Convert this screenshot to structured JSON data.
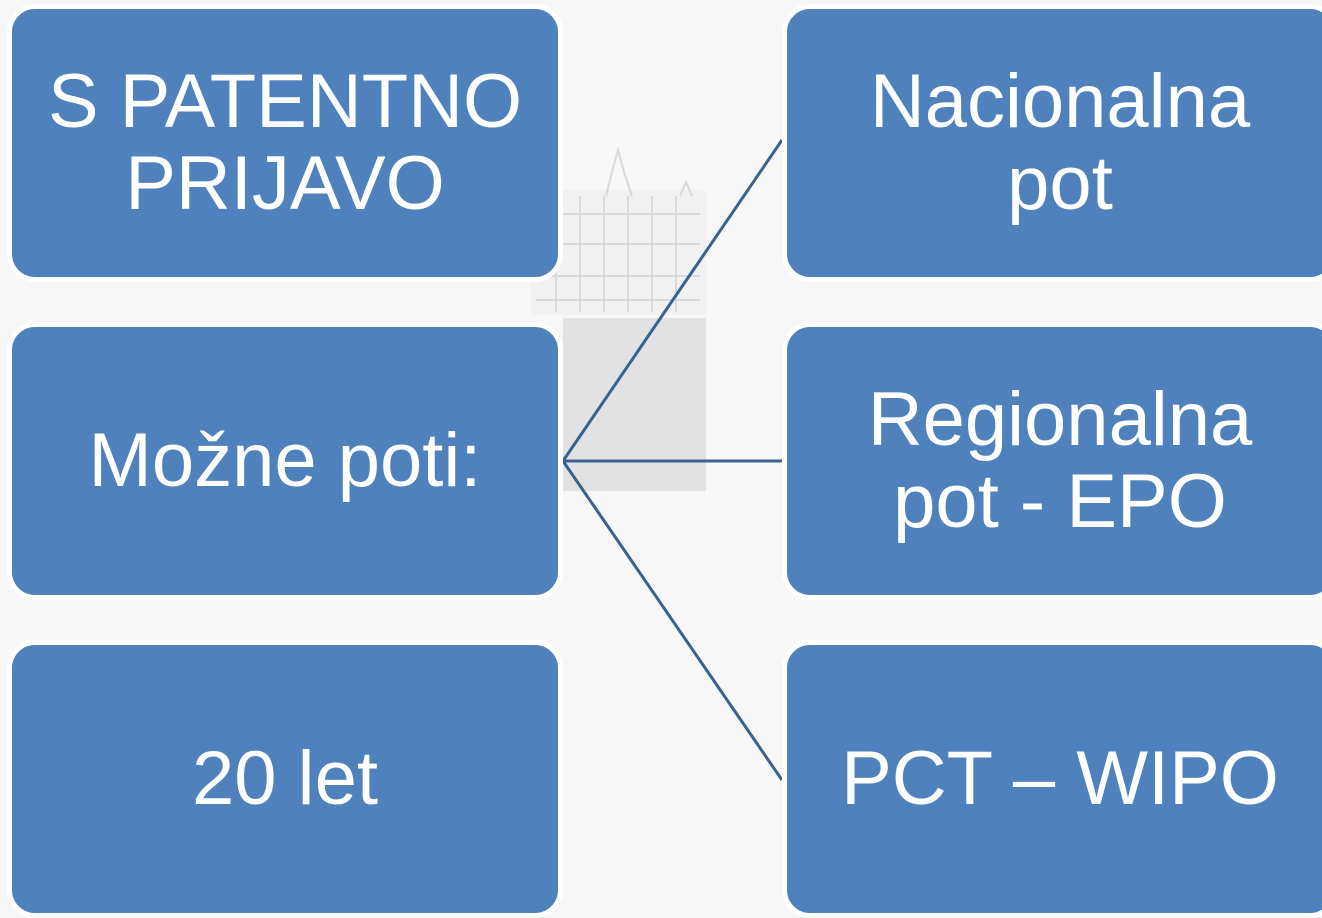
{
  "diagram": {
    "left_boxes": [
      {
        "label": "S PATENTNO\nPRIJAVO"
      },
      {
        "label": "Možne poti:"
      },
      {
        "label": "20 let"
      }
    ],
    "right_boxes": [
      {
        "label": "Nacionalna\npot"
      },
      {
        "label": "Regionalna\npot - EPO"
      },
      {
        "label": "PCT – WIPO"
      }
    ]
  },
  "colors": {
    "box_fill": "#4f81bd",
    "box_border": "#ffffff",
    "box_text": "#ffffff",
    "connector": "#3a6190",
    "background": "#f7f7f8"
  }
}
